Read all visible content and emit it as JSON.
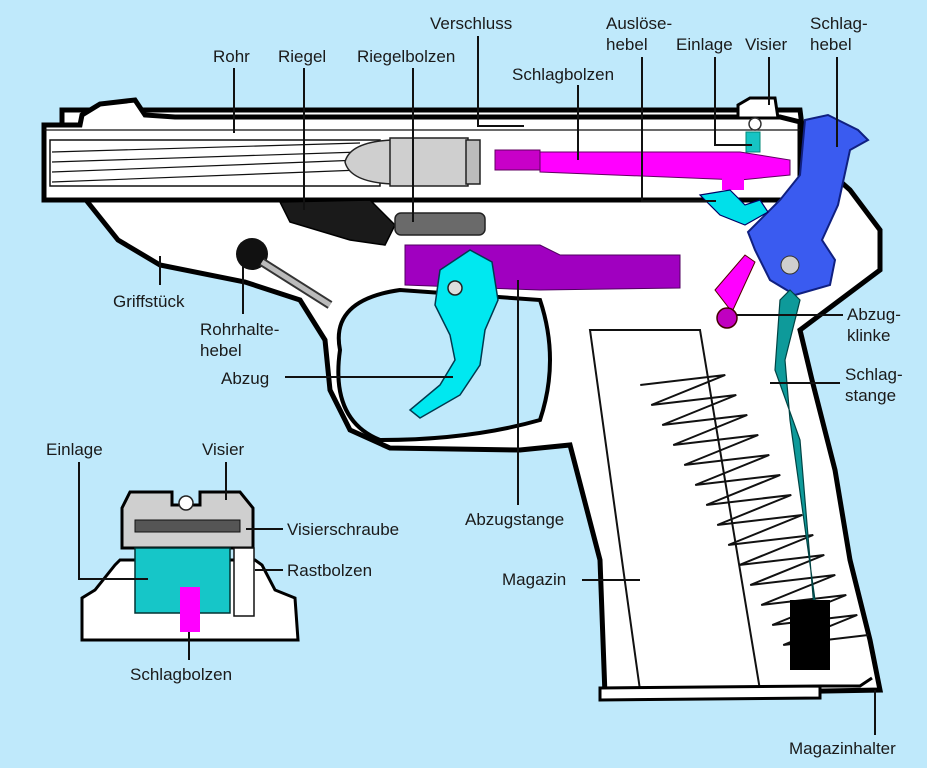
{
  "diagram": {
    "subject": "Pistol cutaway (sectional view)",
    "background_color": "#bfe9fb",
    "part_colors": {
      "frame": "#ffffff",
      "schlagbolzen": "#ff00ff",
      "abzugstange": "#a000c0",
      "abzug": "#00e8f0",
      "schlaghebel": "#3a5bf0",
      "schlagstange": "#0e9a9a",
      "riegel": "#1a1a1a",
      "riegelbolzen": "#6a6a6a",
      "cartridge": "#cfcfcf"
    },
    "labels": {
      "rohr": "Rohr",
      "riegel": "Riegel",
      "riegelbolzen": "Riegelbolzen",
      "verschluss": "Verschluss",
      "schlagbolzen": "Schlagbolzen",
      "ausloesehebel_1": "Auslöse-",
      "ausloesehebel_2": "hebel",
      "einlage": "Einlage",
      "visier": "Visier",
      "schlaghebel_1": "Schlag-",
      "schlaghebel_2": "hebel",
      "griffstueck": "Griffstück",
      "rohrhaltehebel_1": "Rohrhalte-",
      "rohrhaltehebel_2": "hebel",
      "abzug": "Abzug",
      "abzugklinke_1": "Abzug-",
      "abzugklinke_2": "klinke",
      "schlagstange_1": "Schlag-",
      "schlagstange_2": "stange",
      "abzugstange": "Abzugstange",
      "magazin": "Magazin",
      "magazinhalter": "Magazinhalter"
    },
    "inset": {
      "title": "Detail: rear sight",
      "labels": {
        "einlage": "Einlage",
        "visier": "Visier",
        "visierschraube": "Visierschraube",
        "rastbolzen": "Rastbolzen",
        "schlagbolzen": "Schlagbolzen"
      }
    }
  }
}
